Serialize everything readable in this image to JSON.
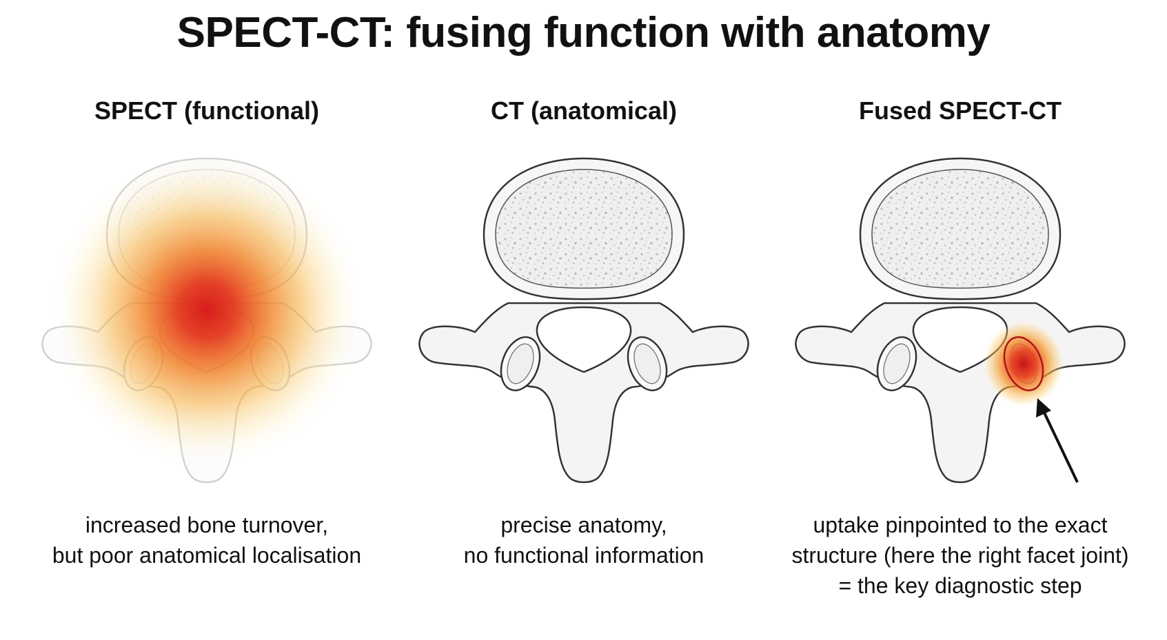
{
  "title": "SPECT-CT: fusing function with anatomy",
  "panels": [
    {
      "heading": "SPECT (functional)",
      "caption": [
        "increased bone turnover,",
        "but poor anatomical localisation"
      ]
    },
    {
      "heading": "CT (anatomical)",
      "caption": [
        "precise anatomy,",
        "no functional information"
      ]
    },
    {
      "heading": "Fused SPECT-CT",
      "caption": [
        "uptake pinpointed to the exact",
        "structure (here the right facet joint)",
        "= the key diagnostic step"
      ]
    }
  ],
  "colors": {
    "hotspot_core": "#d91f1f",
    "hotspot_mid": "#f07a1a",
    "hotspot_edge": "#f8c45a",
    "bone_outline": "#333333",
    "bone_fill": "#f4f4f4"
  }
}
